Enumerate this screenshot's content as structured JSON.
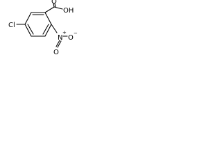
{
  "molecule": {
    "atoms": {
      "chlorine": "Cl",
      "carbonyl_oxygen": "O",
      "hydroxyl": "OH",
      "nitrogen": "N",
      "nitro_oxygen_double": "O",
      "nitro_oxygen_single": "O",
      "nitrogen_charge": "+",
      "oxygen_charge": "−"
    }
  }
}
